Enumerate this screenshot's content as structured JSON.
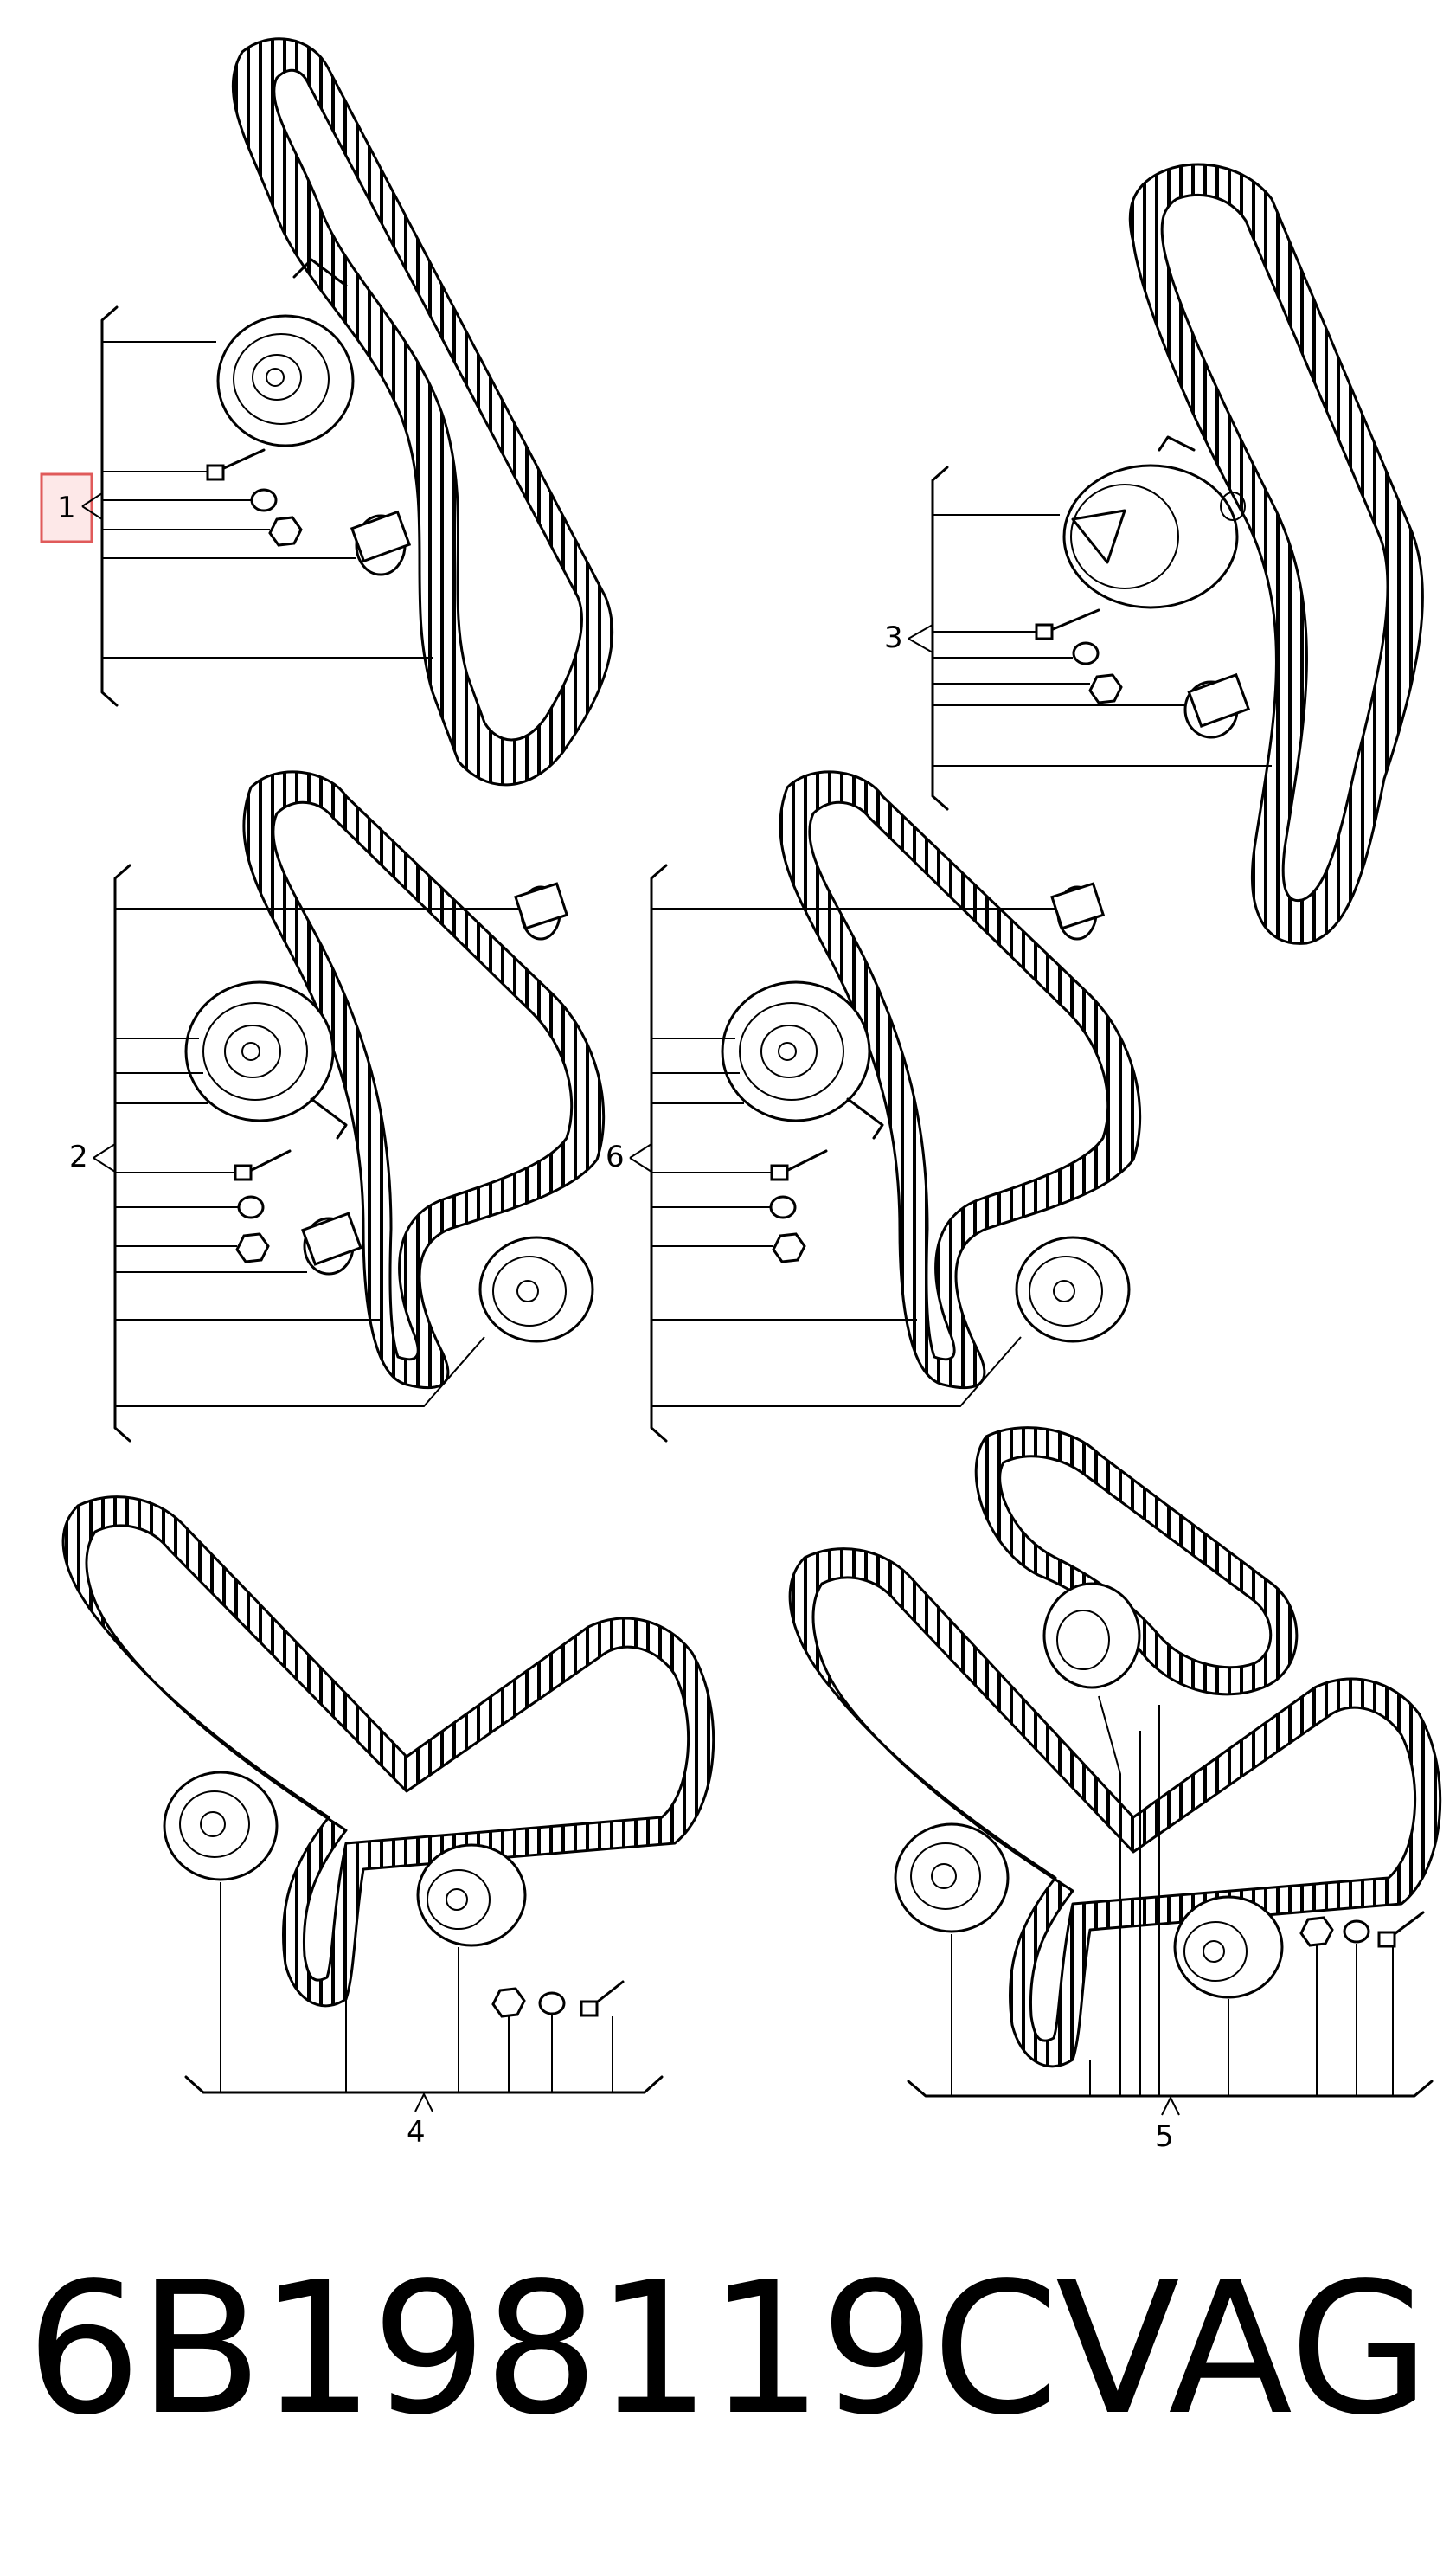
{
  "callouts": [
    {
      "id": "1",
      "label": "1",
      "highlighted": true
    },
    {
      "id": "2",
      "label": "2"
    },
    {
      "id": "3",
      "label": "3"
    },
    {
      "id": "4",
      "label": "4"
    },
    {
      "id": "5",
      "label": "5"
    },
    {
      "id": "6",
      "label": "6"
    }
  ],
  "part_number": "6B198119C",
  "brand": "VAG",
  "colors": {
    "ink": "#000000",
    "highlight": "#e05a5a",
    "highlight_fill": "#fde8e8"
  }
}
